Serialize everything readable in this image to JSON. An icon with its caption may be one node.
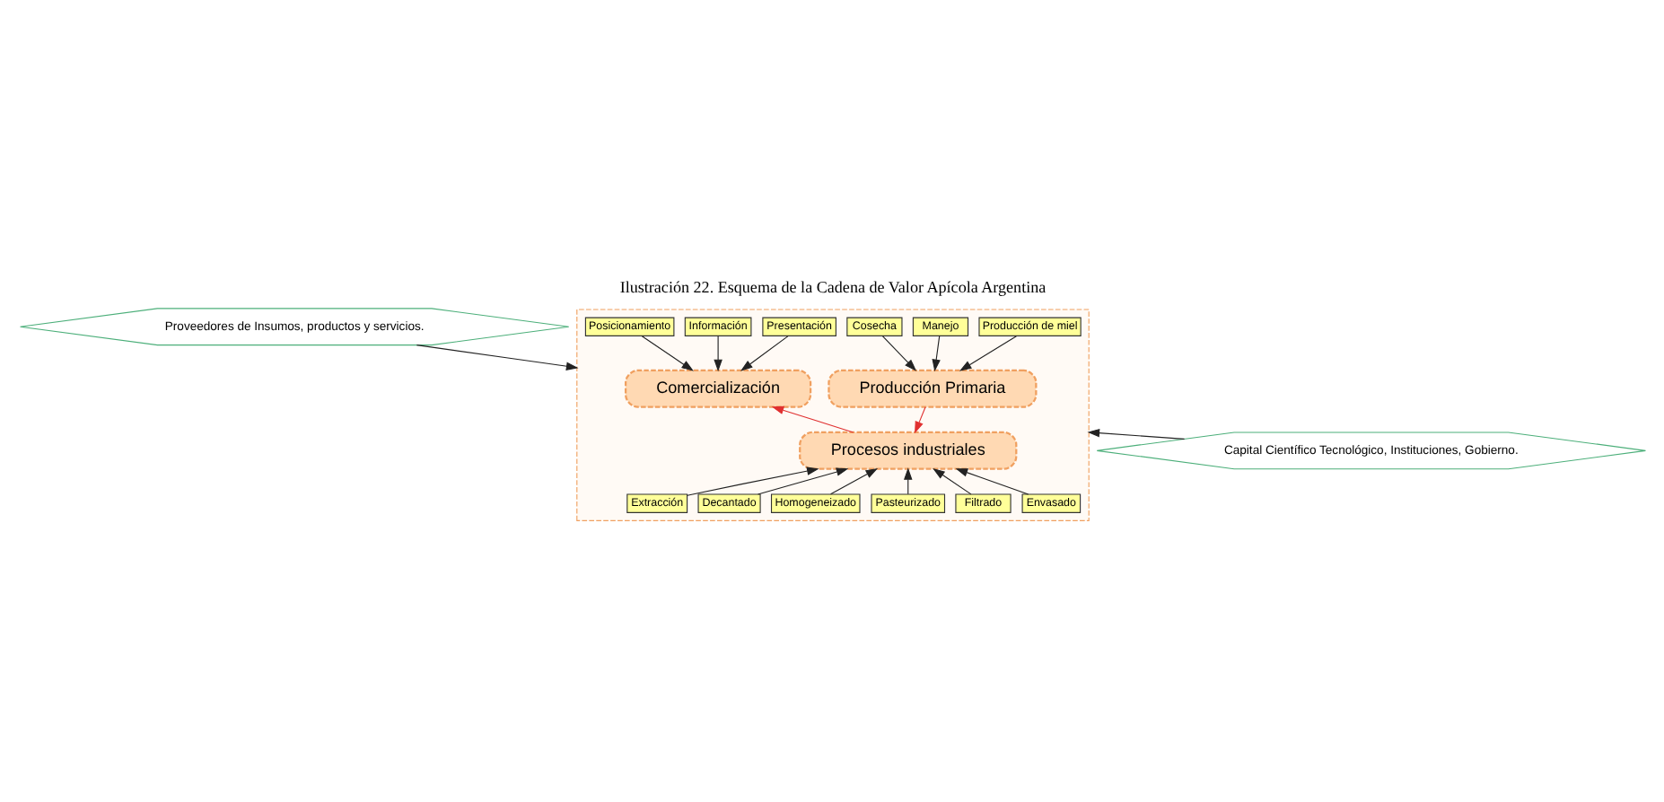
{
  "diagram": {
    "title": "Ilustración 22. Esquema de la Cadena de Valor Apícola Argentina",
    "nodes": [
      {
        "text": [
          "Proveedores de Insumos, productos y servicios."
        ]
      },
      {
        "text": [],
        "shape": "box"
      },
      {
        "text": [
          "Producción de miel"
        ],
        "in": 1
      },
      {
        "text": [
          "Manejo"
        ],
        "in": 1
      },
      {
        "text": [
          "Cosecha"
        ],
        "in": 1
      },
      {
        "text": [
          "Presentación"
        ],
        "in": 1
      },
      {
        "text": [
          "Información"
        ],
        "in": 1
      },
      {
        "text": [
          "Posicionamiento"
        ],
        "in": 1
      },
      {
        "text": [
          "Producción Primaria"
        ],
        "in": 1
      },
      {
        "text": [
          "Comercialización"
        ],
        "in": 1
      },
      {
        "text": [
          "Procesos industriales"
        ],
        "in": 1
      },
      {
        "text": [
          "Extracción"
        ],
        "in": 1
      },
      {
        "text": [
          "Decantado"
        ],
        "in": 1
      },
      {
        "text": [
          "Homogeneizado"
        ],
        "in": 1
      },
      {
        "text": [
          "Pasteurizado"
        ],
        "in": 1
      },
      {
        "text": [
          "Filtrado"
        ],
        "in": 1
      },
      {
        "text": [
          "Envasado"
        ],
        "in": 1
      },
      {
        "text": [
          "Capital Científico Tecnológico, Instituciones, Gobierno."
        ]
      }
    ],
    "edges": [
      {
        "from": 0,
        "to": 1,
        "arrow": "to"
      },
      {
        "from": 2,
        "to": 8,
        "arrow": "to"
      },
      {
        "from": 3,
        "to": 8,
        "arrow": "to"
      },
      {
        "from": 4,
        "to": 8,
        "arrow": "to"
      },
      {
        "from": 5,
        "to": 9,
        "arrow": "to"
      },
      {
        "from": 6,
        "to": 9,
        "arrow": "to"
      },
      {
        "from": 7,
        "to": 9,
        "arrow": "to"
      },
      {
        "from": 8,
        "to": 10,
        "arrow": "to",
        "color": "#e03030"
      },
      {
        "from": 10,
        "to": 9,
        "arrow": "to",
        "color": "#e03030"
      },
      {
        "from": 11,
        "to": 10,
        "arrow": "to"
      },
      {
        "from": 12,
        "to": 10,
        "arrow": "to"
      },
      {
        "from": 13,
        "to": 10,
        "arrow": "to"
      },
      {
        "from": 14,
        "to": 10,
        "arrow": "to"
      },
      {
        "from": 15,
        "to": 10,
        "arrow": "to"
      },
      {
        "from": 16,
        "to": 10,
        "arrow": "to"
      },
      {
        "from": 17,
        "to": 1,
        "arrow": "to"
      }
    ]
  }
}
